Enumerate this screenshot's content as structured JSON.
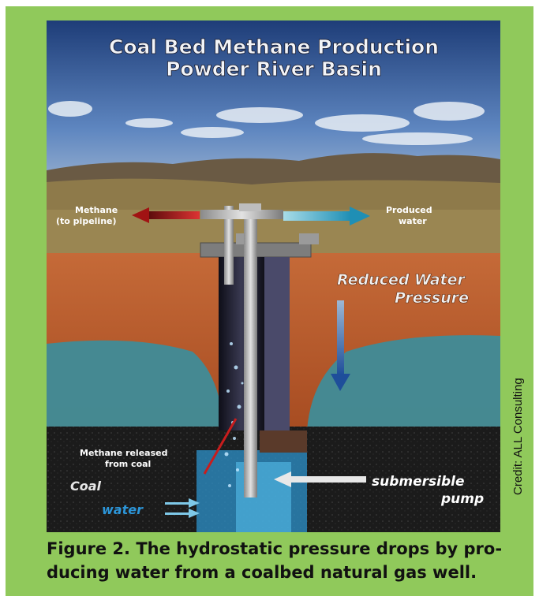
{
  "figure": {
    "title_line1": "Coal Bed Methane Production",
    "title_line2": "Powder River Basin",
    "labels": {
      "methane_line1": "Methane",
      "methane_line2": "(to pipeline)",
      "produced_line1": "Produced",
      "produced_line2": "water",
      "reduced_line1": "Reduced Water",
      "reduced_line2": "Pressure",
      "released_line1": "Methane released",
      "released_line2": "from coal",
      "coal": "Coal",
      "water": "water",
      "pump_line1": "submersible",
      "pump_line2": "pump"
    }
  },
  "credit": "Credit: ALL Consulting",
  "caption": {
    "line1": "Figure 2.  The hydrostatic pressure drops by pro-",
    "line2": "ducing water from a coalbed natural gas well."
  },
  "colors": {
    "frame": "#90c95b",
    "sky": "#6b8fc4",
    "earth": "#b85a2e",
    "aquifer": "#4f9aa5",
    "coal": "#1c1c1c",
    "methane_arrow": "#a31818",
    "water_arrow": "#3ea7c7"
  }
}
